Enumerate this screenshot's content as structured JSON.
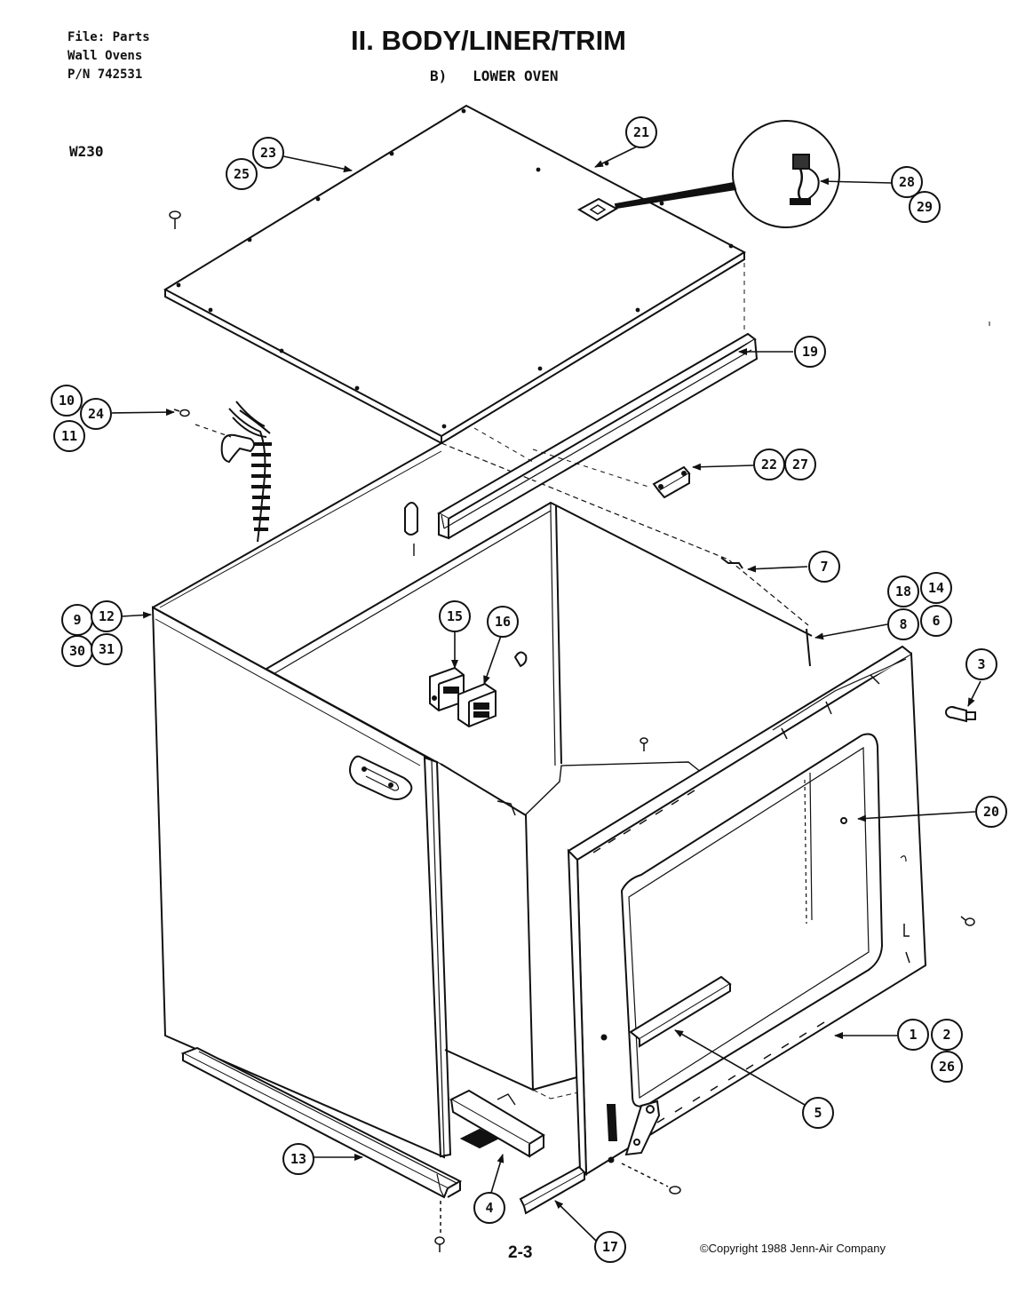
{
  "header": {
    "file_line": "File: Parts",
    "category_line": "Wall Ovens",
    "part_number_line": "P/N 742531",
    "model": "W230"
  },
  "title": "II. BODY/LINER/TRIM",
  "subtitle": "B)   LOWER OVEN",
  "page_number": "2-3",
  "copyright": "©Copyright 1988 Jenn-Air Company",
  "callouts": {
    "c1": "1",
    "c2": "2",
    "c3": "3",
    "c4": "4",
    "c5": "5",
    "c6": "6",
    "c7": "7",
    "c8": "8",
    "c9": "9",
    "c10": "10",
    "c11": "11",
    "c12": "12",
    "c13": "13",
    "c14": "14",
    "c15": "15",
    "c16": "16",
    "c17": "17",
    "c18": "18",
    "c19": "19",
    "c20": "20",
    "c21": "21",
    "c22": "22",
    "c23": "23",
    "c24": "24",
    "c25": "25",
    "c26": "26",
    "c27": "27",
    "c28": "28",
    "c29": "29",
    "c30": "30",
    "c31": "31"
  }
}
